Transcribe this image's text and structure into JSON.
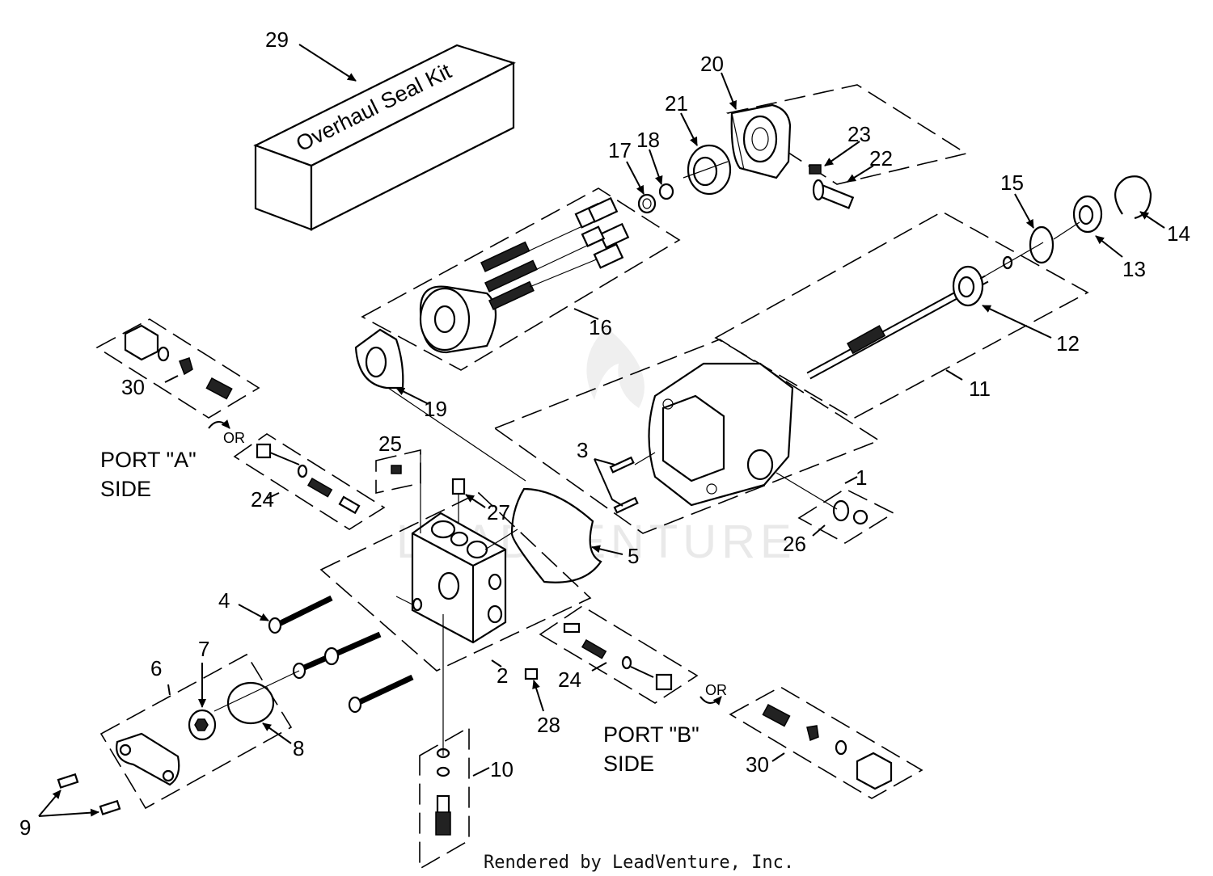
{
  "kit_text": "Overhaul Seal Kit",
  "port_a": {
    "line1": "PORT \"A\"",
    "line2": "SIDE",
    "or": "OR"
  },
  "port_b": {
    "line1": "PORT \"B\"",
    "line2": "SIDE",
    "or": "OR"
  },
  "callouts": {
    "c1": "1",
    "c2": "2",
    "c3": "3",
    "c4": "4",
    "c5": "5",
    "c6": "6",
    "c7": "7",
    "c8": "8",
    "c9": "9",
    "c10": "10",
    "c11": "11",
    "c12": "12",
    "c13": "13",
    "c14": "14",
    "c15": "15",
    "c16": "16",
    "c17": "17",
    "c18": "18",
    "c19": "19",
    "c20": "20",
    "c21": "21",
    "c22": "22",
    "c23": "23",
    "c24a": "24",
    "c24b": "24",
    "c25": "25",
    "c26": "26",
    "c27": "27",
    "c28": "28",
    "c29": "29",
    "c30a": "30",
    "c30b": "30"
  },
  "watermark": "LEADVENTURE",
  "footer": "Rendered by LeadVenture, Inc."
}
